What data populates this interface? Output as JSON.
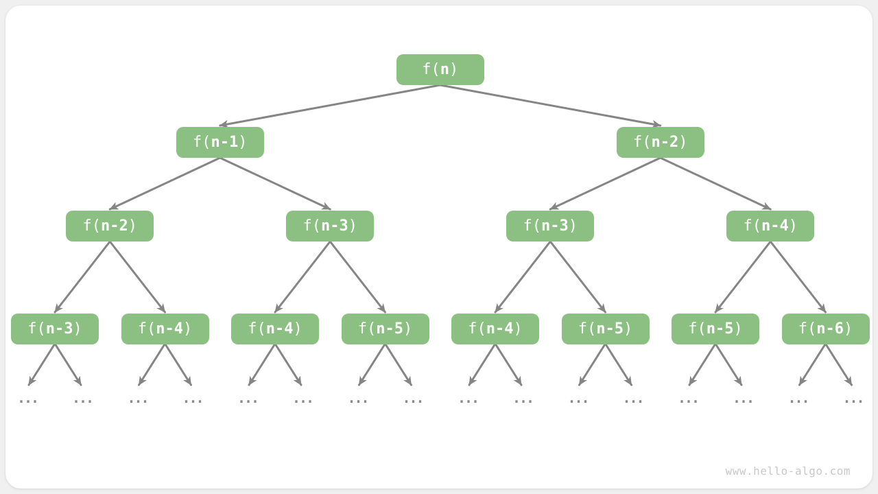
{
  "watermark": "www.hello-algo.com",
  "tree": {
    "levels": [
      [
        "f(n)"
      ],
      [
        "f(n-1)",
        "f(n-2)"
      ],
      [
        "f(n-2)",
        "f(n-3)",
        "f(n-3)",
        "f(n-4)"
      ],
      [
        "f(n-3)",
        "f(n-4)",
        "f(n-4)",
        "f(n-5)",
        "f(n-4)",
        "f(n-5)",
        "f(n-5)",
        "f(n-6)"
      ]
    ],
    "leaf_ellipsis": "..."
  },
  "colors": {
    "page_background": "#f0f0f0",
    "card_background": "#ffffff",
    "node_fill": "#8cc083",
    "node_text": "#ffffff",
    "arrow": "#858585",
    "ellipsis_dots": "#8a8a8a",
    "watermark_text": "#c8c8c8"
  }
}
